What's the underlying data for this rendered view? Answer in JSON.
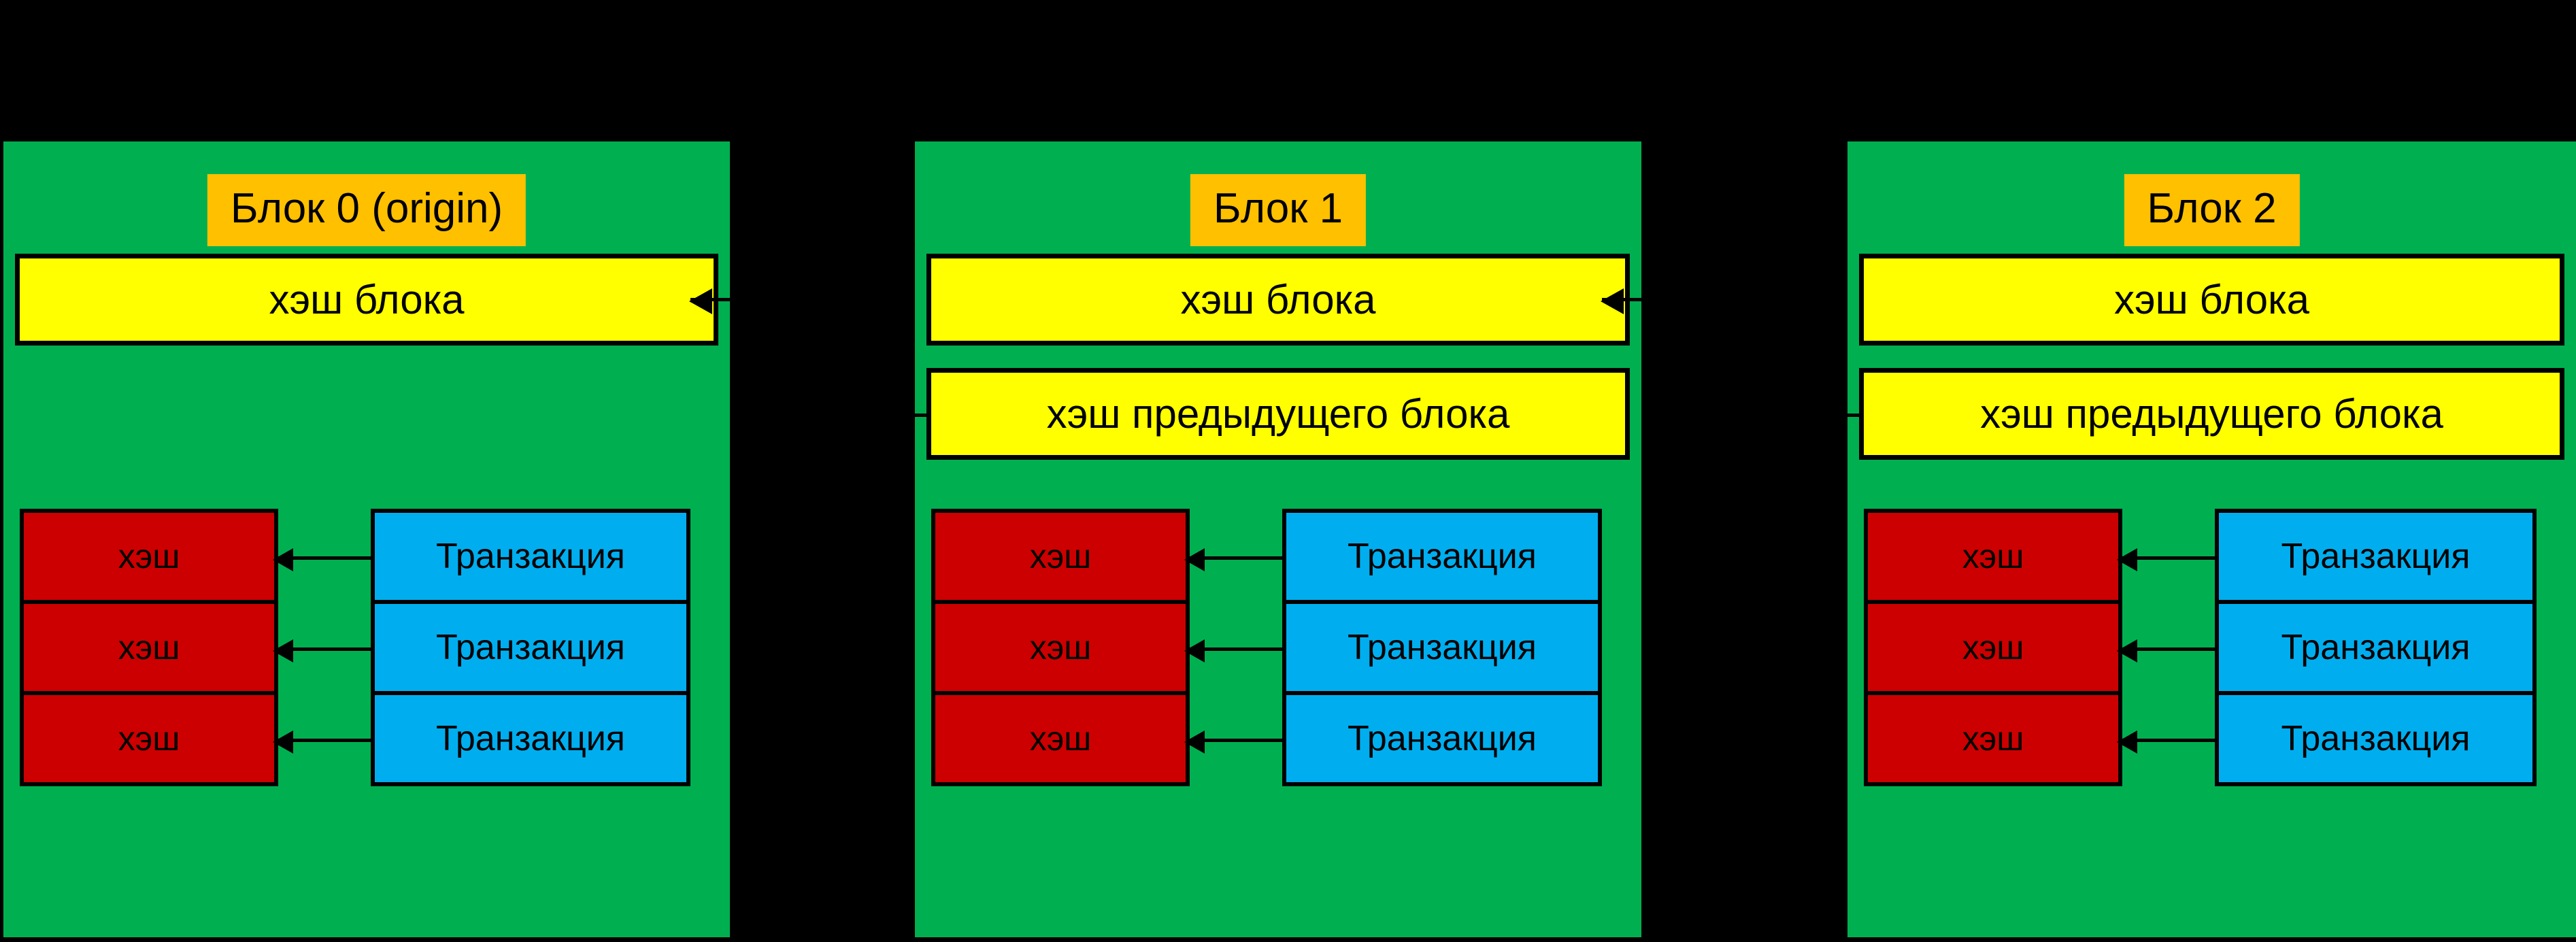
{
  "diagram": {
    "kind": "blockchain-structure-diagram",
    "language": "ru",
    "background_color": "#000000",
    "colors": {
      "panel_green": "#00B050",
      "title_orange": "#FFC000",
      "hash_yellow": "#FFFF00",
      "hash_red": "#CC0000",
      "transaction_blue": "#00AEEF",
      "outline_black": "#000000"
    }
  },
  "blocks": [
    {
      "id": "block-0",
      "title": "Блок 0 (origin)",
      "block_hash_label": "хэш блока",
      "prev_hash_label": null,
      "has_prev_hash": false,
      "incoming_chain_arrow": true,
      "rows": [
        {
          "hash": "хэш",
          "transaction": "Транзакция"
        },
        {
          "hash": "хэш",
          "transaction": "Транзакция"
        },
        {
          "hash": "хэш",
          "transaction": "Транзакция"
        }
      ]
    },
    {
      "id": "block-1",
      "title": "Блок 1",
      "block_hash_label": "хэш блока",
      "prev_hash_label": "хэш предыдущего блока",
      "has_prev_hash": true,
      "incoming_chain_arrow": true,
      "rows": [
        {
          "hash": "хэш",
          "transaction": "Транзакция"
        },
        {
          "hash": "хэш",
          "transaction": "Транзакция"
        },
        {
          "hash": "хэш",
          "transaction": "Транзакция"
        }
      ]
    },
    {
      "id": "block-2",
      "title": "Блок 2",
      "block_hash_label": "хэш блока",
      "prev_hash_label": "хэш предыдущего блока",
      "has_prev_hash": true,
      "incoming_chain_arrow": false,
      "rows": [
        {
          "hash": "хэш",
          "transaction": "Транзакция"
        },
        {
          "hash": "хэш",
          "transaction": "Транзакция"
        },
        {
          "hash": "хэш",
          "transaction": "Транзакция"
        }
      ]
    }
  ]
}
